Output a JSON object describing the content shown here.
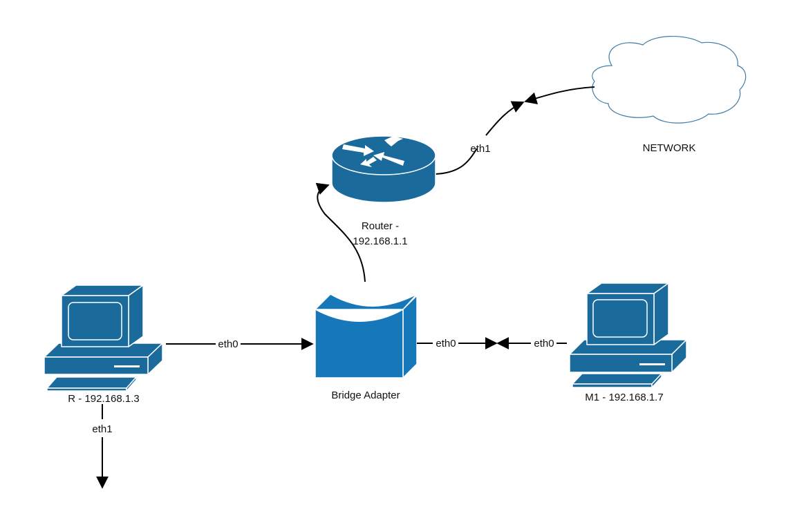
{
  "nodes": {
    "network": {
      "label": "NETWORK",
      "icon": "cloud-icon"
    },
    "router": {
      "label_line1": "Router -",
      "label_line2": "192.168.1.1",
      "icon": "router-icon"
    },
    "bridge": {
      "label": "Bridge Adapter",
      "icon": "bridge-icon"
    },
    "host_r": {
      "label": "R - 192.168.1.3",
      "icon": "computer-icon"
    },
    "host_m1": {
      "label": "M1 - 192.168.1.7",
      "icon": "computer-icon"
    }
  },
  "links": {
    "router_network": {
      "label": "eth1"
    },
    "r_bridge": {
      "label": "eth0"
    },
    "bridge_m1_left": {
      "label": "eth0"
    },
    "bridge_m1_right": {
      "label": "eth0"
    },
    "r_down": {
      "label": "eth1"
    }
  },
  "colors": {
    "device": "#1a6a9b",
    "bridge": "#1678b8",
    "cloud_stroke": "#3e7ca6",
    "line": "#000000"
  }
}
